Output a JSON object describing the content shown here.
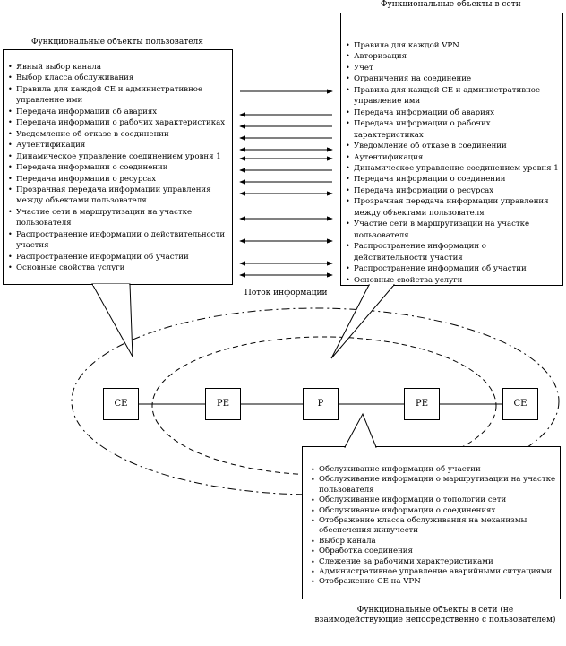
{
  "user_objects": {
    "title": "Функциональные объекты пользователя",
    "items": [
      "Явный выбор канала",
      "Выбор класса обслуживания",
      "Правила для каждой CE и административное управление ими",
      "Передача информации об авариях",
      "Передача информации о рабочих характеристиках",
      "Уведомление об отказе в соединении",
      "Аутентификация",
      "Динамическое управление соединением уровня 1",
      "Передача информации о соединении",
      "Передача информации о ресурсах",
      "Прозрачная передача информации управления между объектами пользователя",
      "Участие сети в маршрутизации на участке пользователя",
      "Распространение информации о действительности участия",
      "Распространение информации об участии",
      "Основные свойства услуги"
    ]
  },
  "network_objects": {
    "title": "Функциональные объекты в сети",
    "items": [
      "Правила для каждой VPN",
      "Авторизация",
      "Учет",
      "Ограничения на соединение",
      "Правила для каждой CE и административное управление ими",
      "Передача информации об авариях",
      "Передача информации о рабочих характеристиках",
      "Уведомление об отказе в соединении",
      "Аутентификация",
      "Динамическое управление соединением уровня 1",
      "Передача информации о соединении",
      "Передача информации о ресурсах",
      "Прозрачная передача информации управления между объектами пользователя",
      "Участие сети в маршрутизации на участке пользователя",
      "Распространение информации о действительности участия",
      "Распространение информации об участии",
      "Основные свойства услуги"
    ]
  },
  "flow_label": "Поток информации",
  "internal_objects": {
    "caption": "Функциональные объекты в сети (не взаимодействующие непосредственно с пользователем)",
    "items": [
      "Обслуживание информации об участии",
      "Обслуживание информации о маршрутизации на участке пользователя",
      "Обслуживание информации о топологии сети",
      "Обслуживание информации о соединениях",
      "Отображение класса обслуживания на механизмы обеспечения живучести",
      "Выбор канала",
      "Обработка соединения",
      "Слежение за рабочими характеристиками",
      "Административное управление аварийными ситуациями",
      "Отображение CE на VPN"
    ]
  },
  "nodes": [
    "CE",
    "PE",
    "P",
    "PE",
    "CE"
  ],
  "arrows": [
    "right",
    "left",
    "left",
    "left",
    "both",
    "both",
    "left",
    "left",
    "both",
    "both",
    "both",
    "both",
    "both"
  ]
}
